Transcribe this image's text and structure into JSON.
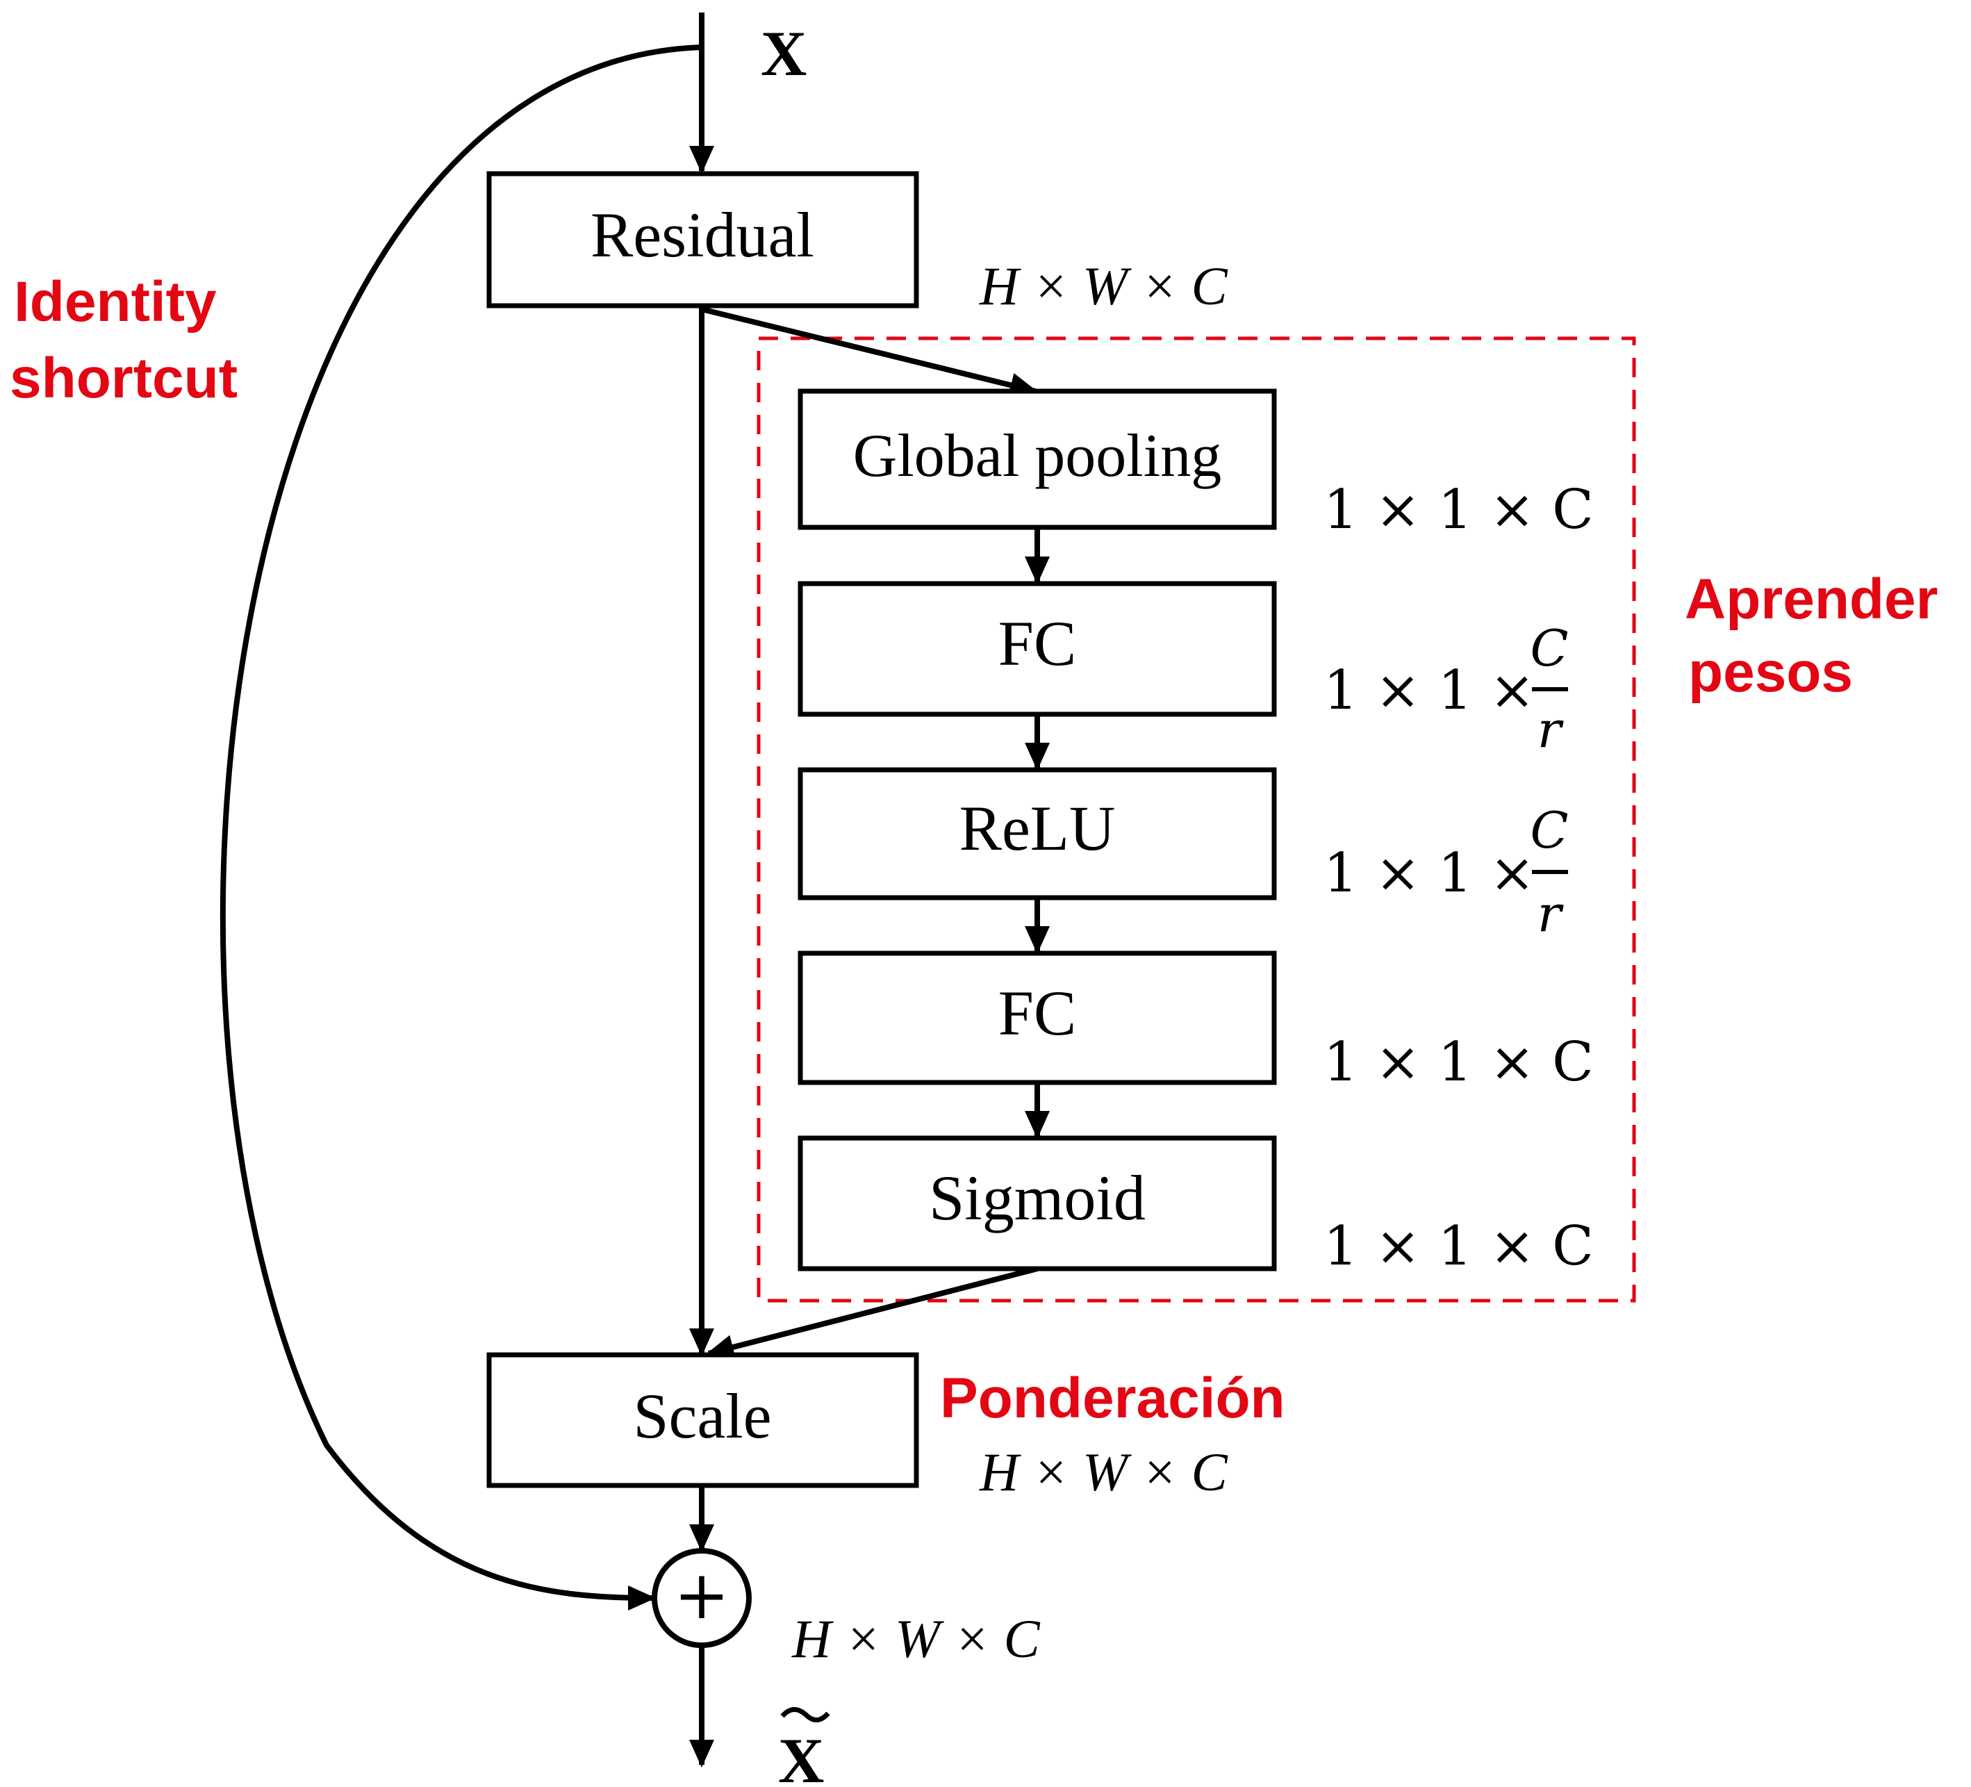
{
  "input_label": "X",
  "output_label": "X",
  "blocks": {
    "residual": "Residual",
    "global_pooling": "Global pooling",
    "fc1": "FC",
    "relu": "ReLU",
    "fc2": "FC",
    "sigmoid": "Sigmoid",
    "scale": "Scale"
  },
  "add_symbol": "+",
  "dims": {
    "residual": "H × W × C",
    "global_pooling": "1 × 1 × C",
    "fc1_prefix": "1 × 1 ×",
    "fc1_num": "C",
    "fc1_den": "r",
    "relu_prefix": "1 × 1 ×",
    "relu_num": "C",
    "relu_den": "r",
    "fc2": "1 × 1 × C",
    "sigmoid": "1 × 1 × C",
    "scale": "H × W × C",
    "output": "H × W × C"
  },
  "annotations": {
    "identity_line1": "Identity",
    "identity_line2": "shortcut",
    "learn_line1": "Aprender",
    "learn_line2": "pesos",
    "weighting": "Ponderación"
  },
  "colors": {
    "annotation": "#e30613",
    "stroke": "#000000"
  }
}
